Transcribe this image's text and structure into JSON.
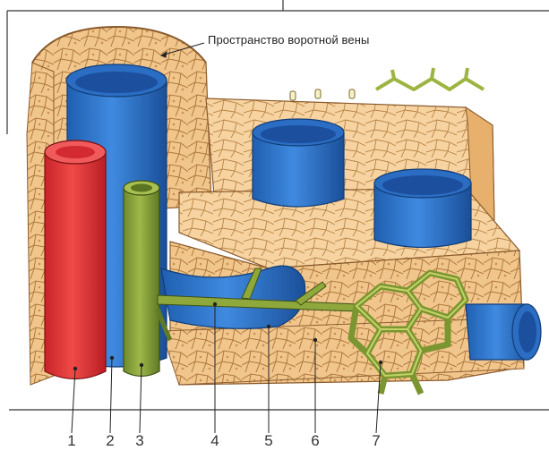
{
  "diagram": {
    "caption": "Пространство воротной вены",
    "labels": [
      "1",
      "2",
      "3",
      "4",
      "5",
      "6",
      "7"
    ],
    "colors": {
      "hepatocyte": "#f1c68c",
      "hepatocyte_dark": "#d9a565",
      "cell_border": "#8a5a2b",
      "artery": "#e23a3c",
      "vein": "#2d72c4",
      "vein_inner": "#1c4f9e",
      "bile_duct": "#8fa83b",
      "bile_light": "#c3d36a"
    }
  }
}
